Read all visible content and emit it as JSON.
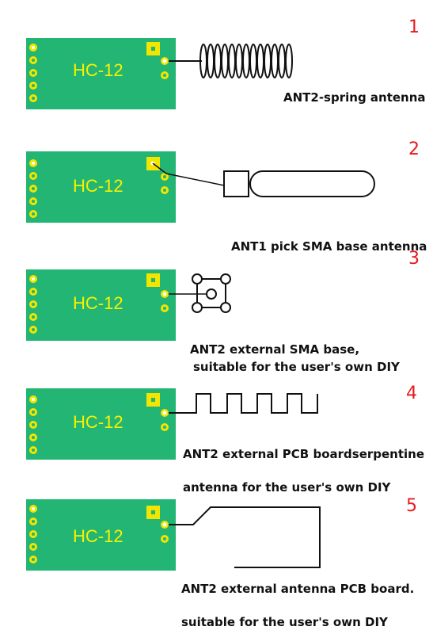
{
  "colors": {
    "board": "#22b573",
    "pad": "#f2e600",
    "module_label": "#f7f200",
    "number": "#e8191e",
    "line": "#111111"
  },
  "module_label": "HC-12",
  "options": [
    {
      "number": "1",
      "captions": [
        "ANT2-spring antenna"
      ],
      "antenna": "spring-antenna-icon"
    },
    {
      "number": "2",
      "captions": [
        "ANT1 pick SMA base antenna"
      ],
      "antenna": "sma-antenna-icon"
    },
    {
      "number": "3",
      "captions": [
        "ANT2 external SMA base,",
        "suitable for the user's own DIY"
      ],
      "antenna": "sma-base-icon"
    },
    {
      "number": "4",
      "captions": [
        "ANT2 external PCB boardserpentine",
        "antenna for the user's own DIY"
      ],
      "antenna": "serpentine-antenna-icon"
    },
    {
      "number": "5",
      "captions": [
        "ANT2 external antenna PCB board.",
        "suitable for the user's own DIY"
      ],
      "antenna": "pcb-trace-antenna-icon"
    }
  ]
}
